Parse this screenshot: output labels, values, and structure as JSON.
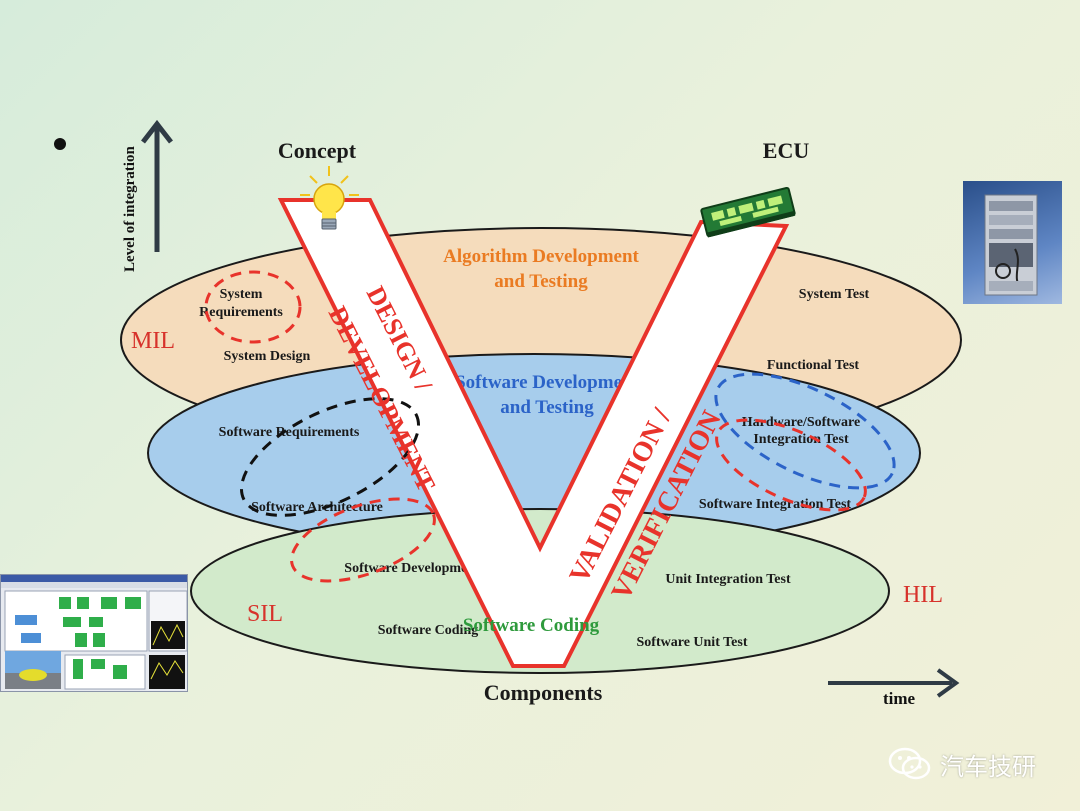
{
  "header": {
    "concept": "Concept",
    "ecu": "ECU",
    "y_axis": "Level of integration",
    "components": "Components",
    "time": "time"
  },
  "levels": {
    "mil": "MIL",
    "sil": "SIL",
    "hil": "HIL"
  },
  "orange_layer": {
    "title_1": "Algorithm Development",
    "title_2": "and Testing",
    "left": [
      "System",
      "Requirements",
      "System Design"
    ],
    "right": [
      "System Test",
      "Functional Test"
    ]
  },
  "blue_layer": {
    "title_1": "Software Development",
    "title_2": "and Testing",
    "left": [
      "Software Requirements",
      "Software Architecture"
    ],
    "right": [
      "Hardware/Software",
      "Integration Test",
      "Software Integration Test"
    ]
  },
  "green_layer": {
    "title": "Software Coding",
    "left": [
      "Software Development",
      "Software Coding"
    ],
    "right": [
      "Unit Integration Test",
      "Software Unit Test"
    ]
  },
  "v_shape": {
    "left_1": "DESIGN /",
    "left_2": "DEVELOPMENT",
    "right_1": "VALIDATION /",
    "right_2": "VERIFICATION"
  },
  "watermark": "汽车技研",
  "colors": {
    "orange_layer": "#f5dcbc",
    "blue_layer": "#a7cdec",
    "green_layer": "#d2eacb",
    "v_red": "#e8332b",
    "orange_text": "#ea7b22",
    "blue_text": "#2b63c8",
    "green_text": "#2e9a3c"
  }
}
